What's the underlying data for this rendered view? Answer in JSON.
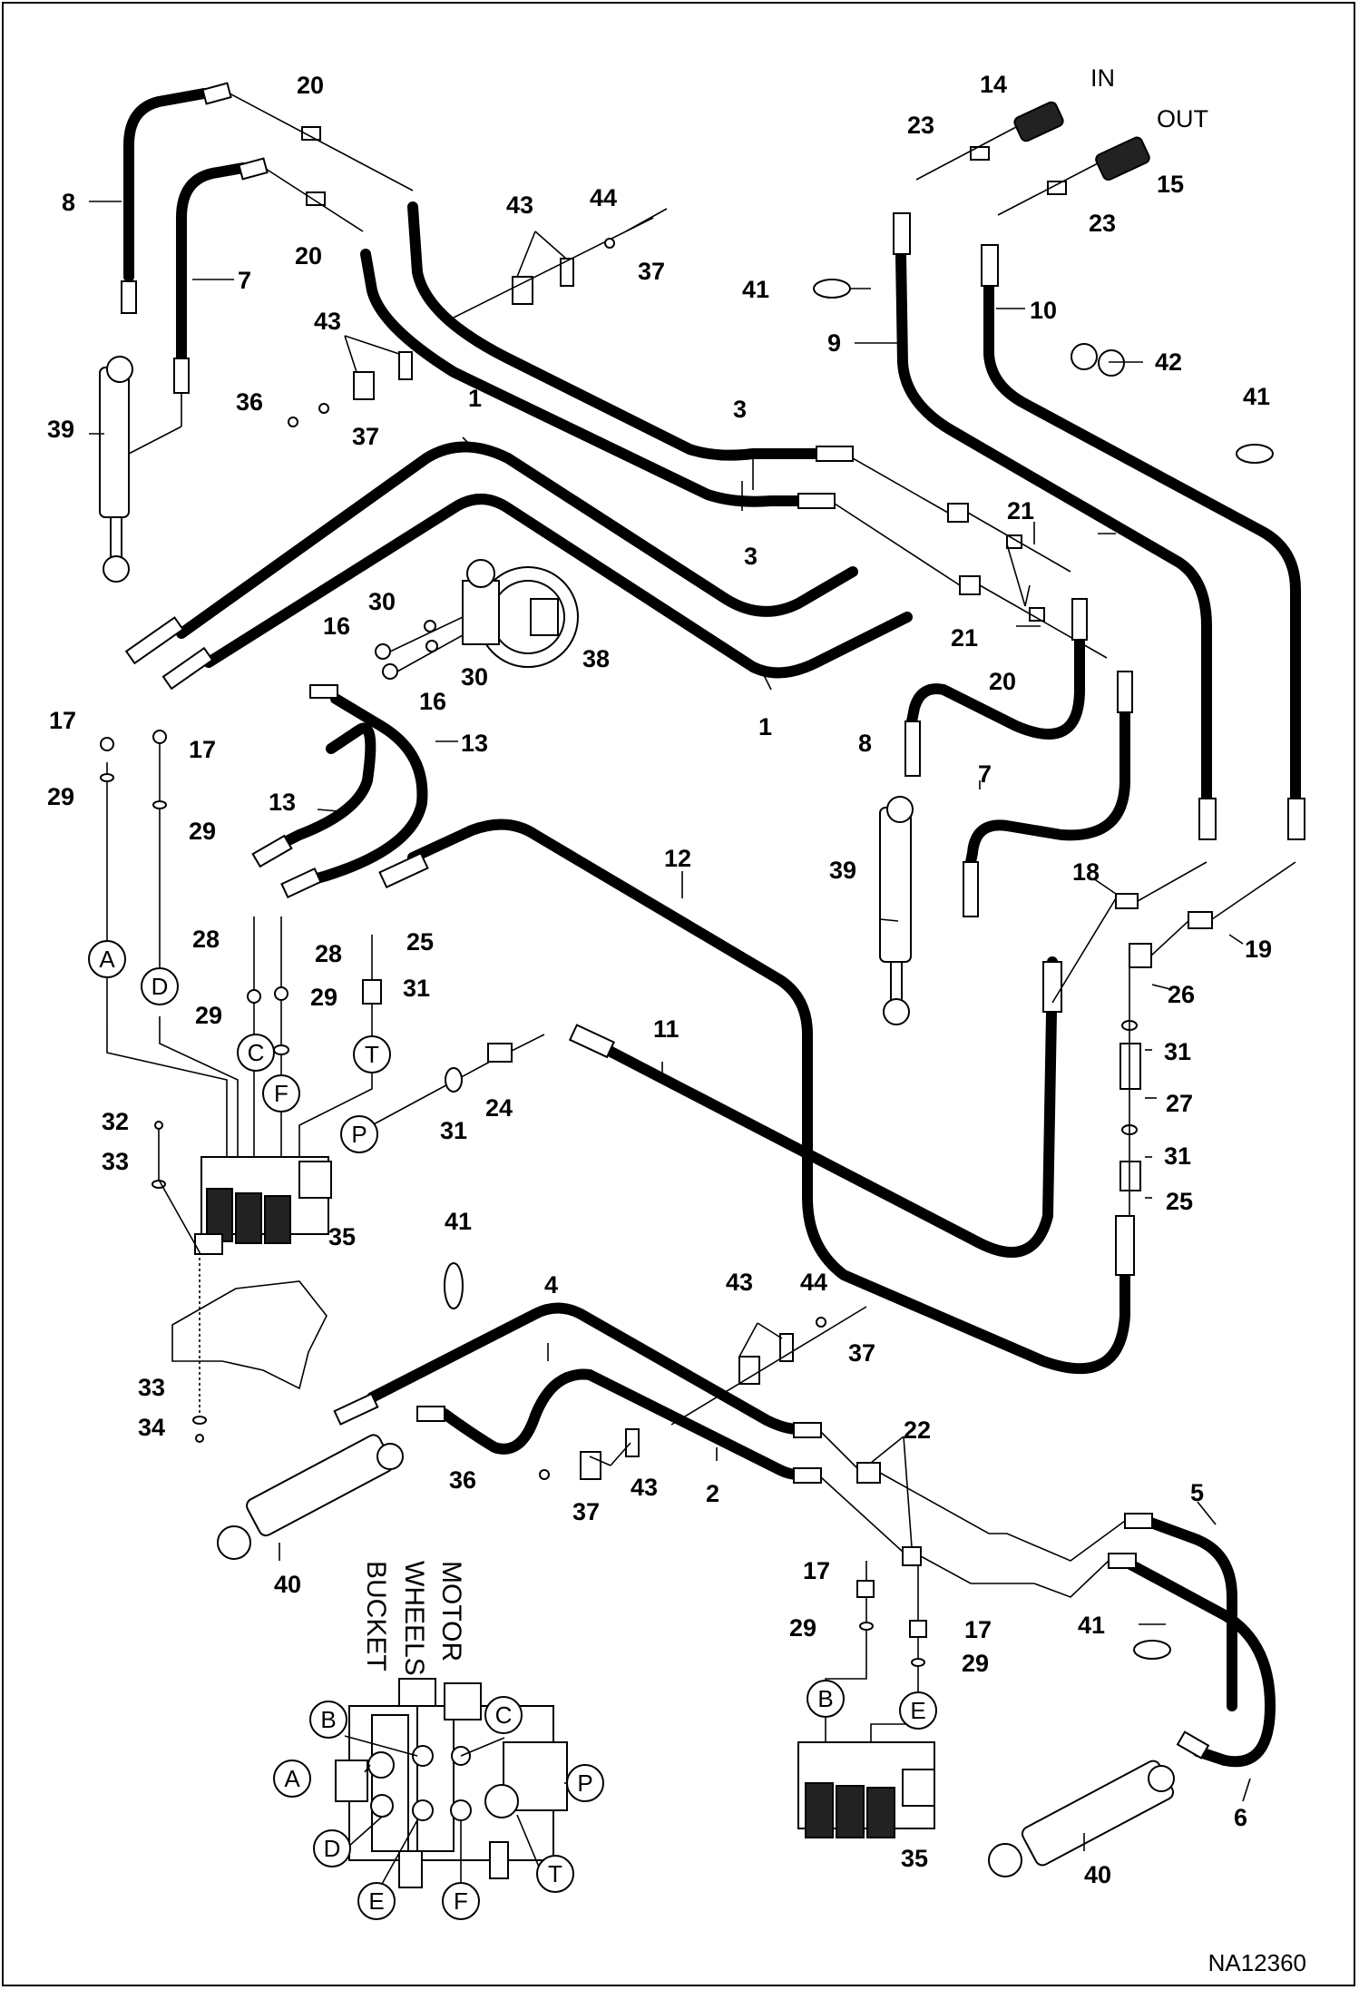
{
  "figure_id": "NA12360",
  "port_labels": {
    "in": "IN",
    "out": "OUT"
  },
  "valve_functions": [
    "MOTOR",
    "WHEELS",
    "BUCKET"
  ],
  "port_letters": {
    "A": "A",
    "B": "B",
    "C": "C",
    "D": "D",
    "E": "E",
    "F": "F",
    "P": "P",
    "T": "T"
  },
  "callouts": {
    "c1": "1",
    "c2": "2",
    "c3": "3",
    "c4": "4",
    "c5": "5",
    "c6": "6",
    "c7": "7",
    "c8": "8",
    "c9": "9",
    "c10": "10",
    "c11": "11",
    "c12": "12",
    "c13": "13",
    "c14": "14",
    "c15": "15",
    "c16": "16",
    "c17": "17",
    "c18": "18",
    "c19": "19",
    "c20": "20",
    "c21": "21",
    "c22": "22",
    "c23": "23",
    "c24": "24",
    "c25": "25",
    "c26": "26",
    "c27": "27",
    "c28": "28",
    "c29": "29",
    "c30": "30",
    "c31": "31",
    "c32": "32",
    "c33": "33",
    "c34": "34",
    "c35": "35",
    "c36": "36",
    "c37": "37",
    "c38": "38",
    "c39": "39",
    "c40": "40",
    "c41": "41",
    "c42": "42",
    "c43": "43",
    "c44": "44"
  }
}
